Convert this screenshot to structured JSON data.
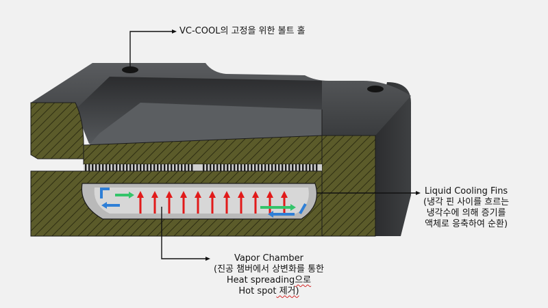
{
  "annotations": {
    "bolt_hole": {
      "text": "VC-COOL의 고정을 위한 볼트 홀"
    },
    "fins": {
      "title": "Liquid Cooling Fins",
      "lines": [
        "(냉각 핀 사이를 흐르는",
        "냉각수에 의해 증기를",
        "액체로 응축하여 순환)"
      ]
    },
    "vapor_chamber": {
      "title": "Vapor Chamber",
      "line1": "(진공 챔버에서 상변화를 통한",
      "line2_main": "Heat spreading",
      "line2_suffix": "으로",
      "line3_main": "Hot spot",
      "line3_suffix": " 제거)"
    }
  },
  "colors": {
    "background": "#f1f1f1",
    "body_gray": "#4a4c4e",
    "hatch_fill": "#5b5b2a",
    "heat_arrow": "#e11a1a",
    "liquid_arrow": "#2f7fd6",
    "vapor_arrow": "#34c46a"
  },
  "icons": {
    "heat_arrow": "red-up-arrow-icon",
    "liquid_flow": "blue-arrow-icon",
    "vapor_flow": "green-arrow-icon"
  }
}
